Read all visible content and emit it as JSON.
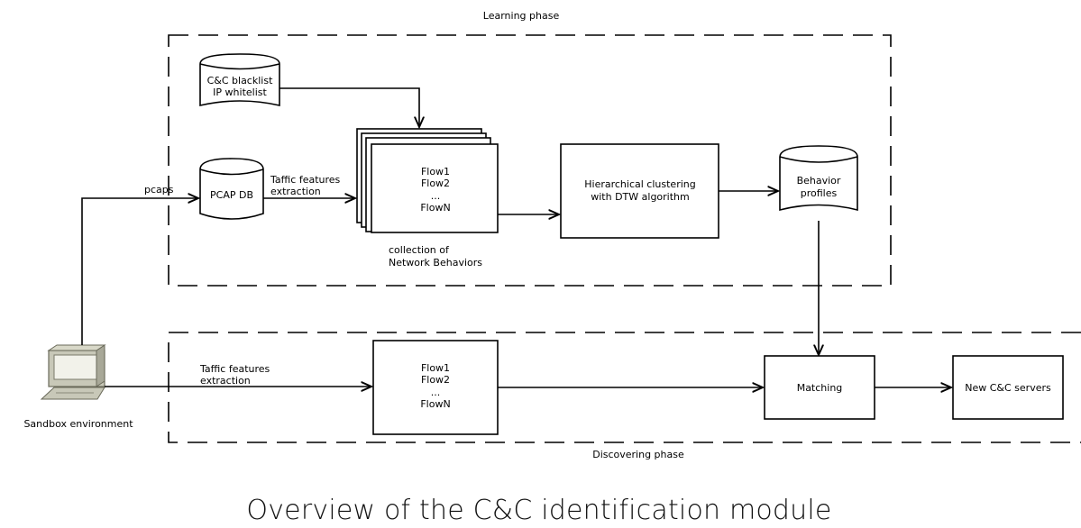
{
  "learning_phase": {
    "label": "Learning phase"
  },
  "discovering_phase": {
    "label": "Discovering phase"
  },
  "blacklist_db": {
    "line1": "C&C blacklist",
    "line2": "IP whitelist"
  },
  "pcap_db": {
    "label": "PCAP DB"
  },
  "pcaps_label": "pcaps",
  "traffic_extraction_top": {
    "line1": "Taffic features",
    "line2": "extraction"
  },
  "flows_top": {
    "line1": "Flow1",
    "line2": "Flow2",
    "line3": "...",
    "line4": "FlowN"
  },
  "collection_label": {
    "line1": "collection of",
    "line2": "Network Behaviors"
  },
  "clustering": {
    "line1": "Hierarchical clustering",
    "line2": "with DTW algorithm"
  },
  "behavior_profiles": {
    "line1": "Behavior",
    "line2": "profiles"
  },
  "sandbox": {
    "label": "Sandbox environment"
  },
  "traffic_extraction_bottom": {
    "line1": "Taffic features",
    "line2": "extraction"
  },
  "flows_bottom": {
    "line1": "Flow1",
    "line2": "Flow2",
    "line3": "...",
    "line4": "FlowN"
  },
  "matching": {
    "label": "Matching"
  },
  "new_servers": {
    "label": "New C&C servers"
  },
  "caption": "Overview of the C&C identification module"
}
